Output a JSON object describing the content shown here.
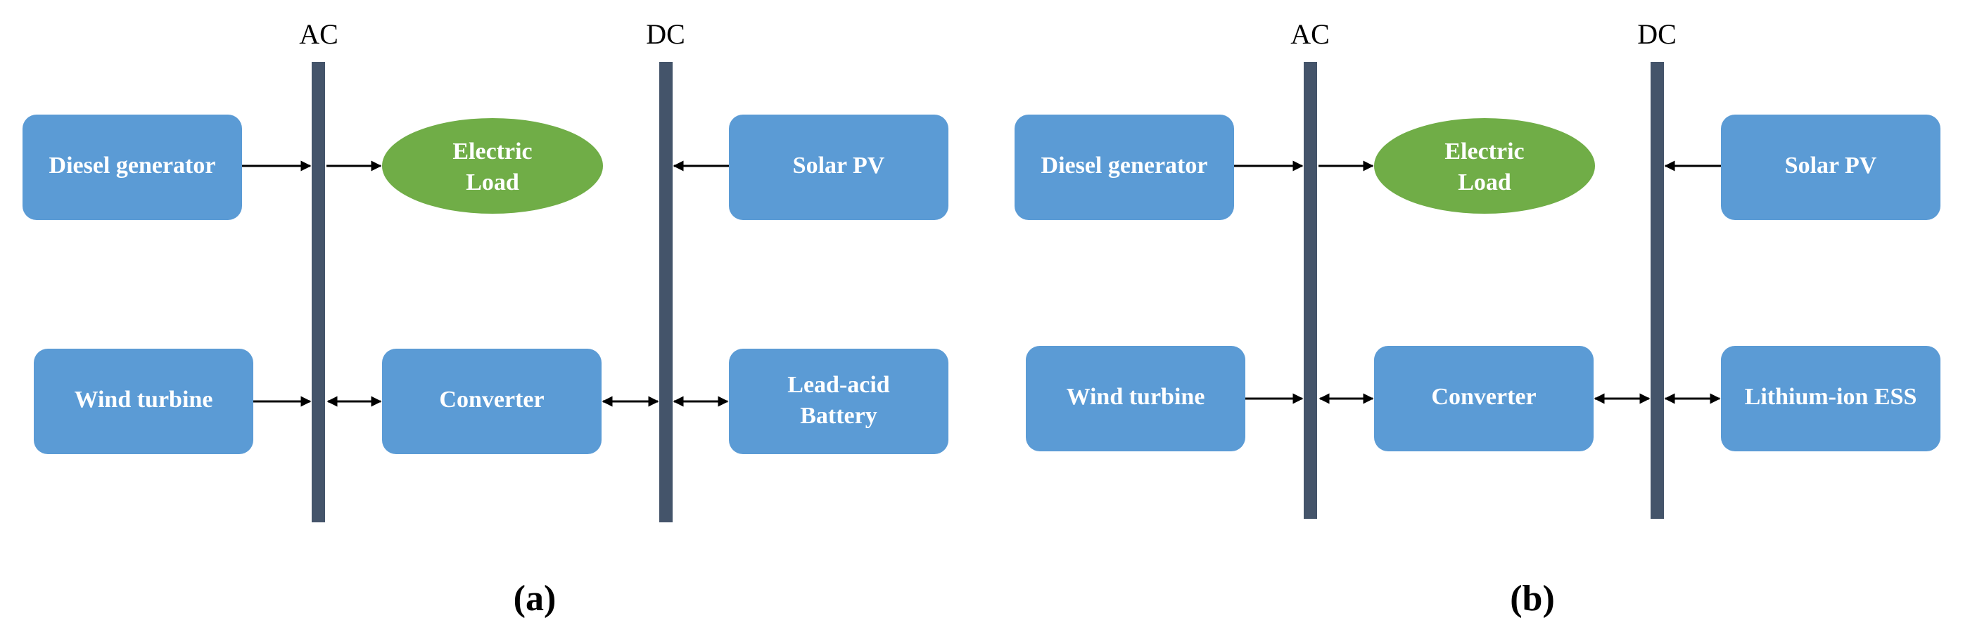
{
  "diagram_a": {
    "caption": "(a)",
    "ac_label": "AC",
    "dc_label": "DC",
    "diesel_generator": "Diesel generator",
    "electric_load_line1": "Electric",
    "electric_load_line2": "Load",
    "solar_pv": "Solar PV",
    "wind_turbine": "Wind turbine",
    "converter": "Converter",
    "storage_line1": "Lead-acid",
    "storage_line2": "Battery"
  },
  "diagram_b": {
    "caption": "(b)",
    "ac_label": "AC",
    "dc_label": "DC",
    "diesel_generator": "Diesel generator",
    "electric_load_line1": "Electric",
    "electric_load_line2": "Load",
    "solar_pv": "Solar PV",
    "wind_turbine": "Wind turbine",
    "converter": "Converter",
    "storage_line1": "Lithium-ion ESS"
  },
  "colors": {
    "component_box": "#5B9BD5",
    "load_ellipse": "#70AD47",
    "bus_bar": "#44546A"
  }
}
